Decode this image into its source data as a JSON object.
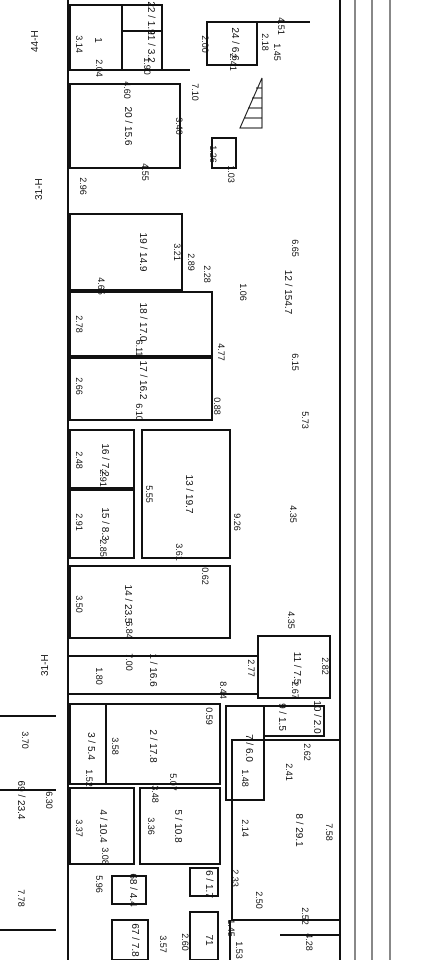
{
  "plan": {
    "axis_labels": [
      "44-H",
      "31-H",
      "31-H"
    ],
    "rooms": [
      {
        "id": "1",
        "area": ""
      },
      {
        "id": "2",
        "area": "17.8"
      },
      {
        "id": "3",
        "area": "5.4"
      },
      {
        "id": "4",
        "area": "10.4"
      },
      {
        "id": "5",
        "area": "10.8"
      },
      {
        "id": "6",
        "area": "1.7"
      },
      {
        "id": "7",
        "area": "6.0"
      },
      {
        "id": "8",
        "area": "29.1"
      },
      {
        "id": "9",
        "area": "1.5"
      },
      {
        "id": "10",
        "area": "2.0"
      },
      {
        "id": "11",
        "area": "7.5"
      },
      {
        "id": "12",
        "area": "154.7"
      },
      {
        "id": "13",
        "area": "19.7"
      },
      {
        "id": "14",
        "area": "23.5"
      },
      {
        "id": "15",
        "area": "8.3"
      },
      {
        "id": "16",
        "area": "7.2"
      },
      {
        "id": "17",
        "area": "16.2"
      },
      {
        "id": "18",
        "area": "17.0"
      },
      {
        "id": "19",
        "area": "14.9"
      },
      {
        "id": "20",
        "area": "15.6"
      },
      {
        "id": "21",
        "area": "3.2"
      },
      {
        "id": "22",
        "area": "1.9"
      },
      {
        "id": "24",
        "area": "6.6"
      },
      {
        "id": "1",
        "area": "16.6"
      },
      {
        "id": "67",
        "area": "7.8"
      },
      {
        "id": "68",
        "area": "4.4"
      },
      {
        "id": "69",
        "area": "23.4"
      },
      {
        "id": "71",
        "area": ""
      }
    ],
    "dimensions": [
      "3.14",
      "2.04",
      "2.00",
      "2.41",
      "2.18",
      "4.51",
      "1.45",
      "1.90",
      "7.10",
      "4.60",
      "3.40",
      "4.55",
      "1.26",
      "1.03",
      "2.96",
      "6.65",
      "3.21",
      "2.89",
      "4.65",
      "2.28",
      "1.06",
      "2.78",
      "6.11",
      "4.77",
      "2.66",
      "6.10",
      "0.88",
      "6.15",
      "2.48",
      "2.91",
      "5.55",
      "9.26",
      "5.73",
      "4.35",
      "2.91",
      "2.85",
      "3.61",
      "0.62",
      "3.50",
      "6.84",
      "4.35",
      "1.80",
      "7.00",
      "2.77",
      "8.44",
      "2.82",
      "2.67",
      "0.59",
      "3.58",
      "2.62",
      "3.70",
      "1.52",
      "5.07",
      "1.48",
      "2.41",
      "6.30",
      "3.37",
      "3.48",
      "3.36",
      "2.14",
      "7.58",
      "3.08",
      "2.33",
      "2.50",
      "5.96",
      "7.78",
      "2.60",
      "1.45",
      "1.53",
      "4.28",
      "3.57",
      "2.52"
    ]
  }
}
